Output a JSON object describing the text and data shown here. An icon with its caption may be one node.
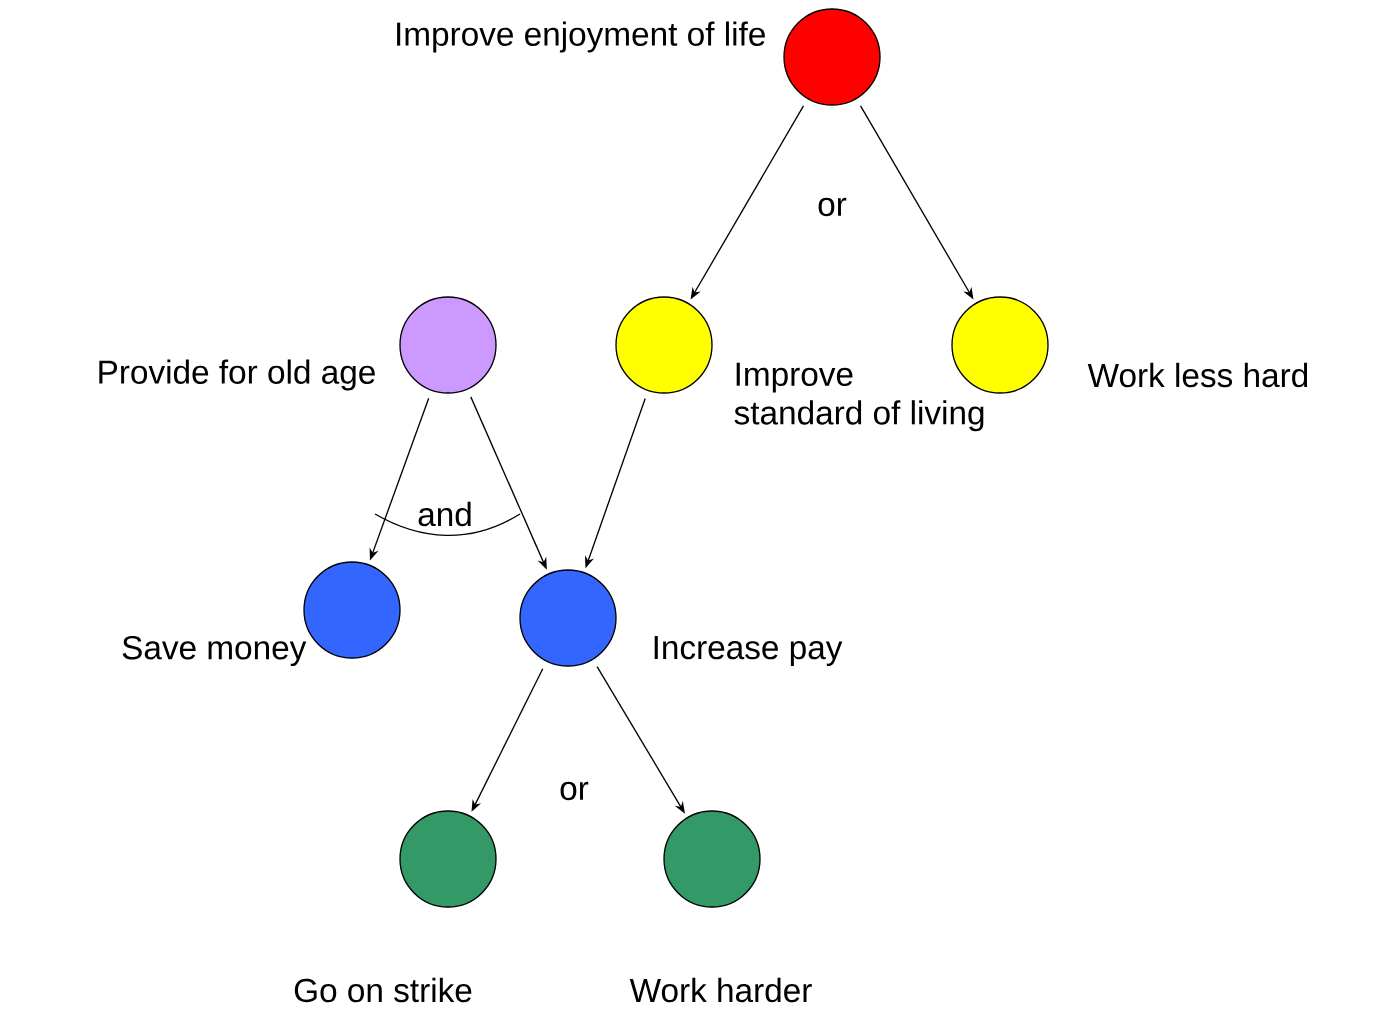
{
  "diagram": {
    "nodes": [
      {
        "text": [
          "Improve enjoyment of life"
        ]
      },
      {
        "text": [
          "Provide for old age"
        ]
      },
      {
        "text": [
          "Improve standard of living"
        ]
      },
      {
        "text": [
          "Work less hard"
        ]
      },
      {
        "text": [
          "Save money"
        ]
      },
      {
        "text": [
          "Increase pay"
        ]
      },
      {
        "text": [
          "Go on strike"
        ]
      },
      {
        "text": [
          "Work harder"
        ]
      }
    ],
    "edges": [
      {
        "from": 0,
        "to": 2,
        "arrow": "to"
      },
      {
        "from": 0,
        "to": 3,
        "arrow": "to"
      },
      {
        "from": 1,
        "to": 4,
        "arrow": "to"
      },
      {
        "from": 1,
        "to": 5,
        "arrow": "to"
      },
      {
        "from": 2,
        "to": 5,
        "arrow": "to"
      },
      {
        "from": 5,
        "to": 6,
        "arrow": "to"
      },
      {
        "from": 5,
        "to": 7,
        "arrow": "to"
      }
    ],
    "labels": [
      "or",
      "and",
      "or"
    ]
  }
}
